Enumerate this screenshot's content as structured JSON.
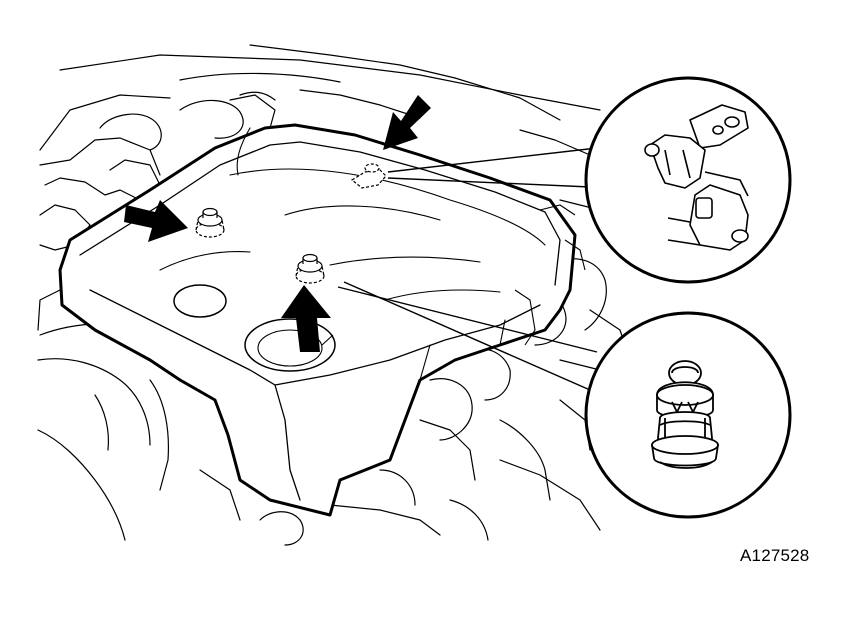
{
  "figure": {
    "reference_code": "A127528",
    "callouts": [
      {
        "name": "clip-detail-callout",
        "icon": "cover-clip-icon"
      },
      {
        "name": "grommet-detail-callout",
        "icon": "rubber-grommet-icon"
      }
    ],
    "arrows": [
      {
        "name": "arrow-left-mount",
        "icon": "arrow-icon"
      },
      {
        "name": "arrow-rear-mount",
        "icon": "arrow-icon"
      },
      {
        "name": "arrow-center-mount",
        "icon": "arrow-icon"
      }
    ]
  }
}
